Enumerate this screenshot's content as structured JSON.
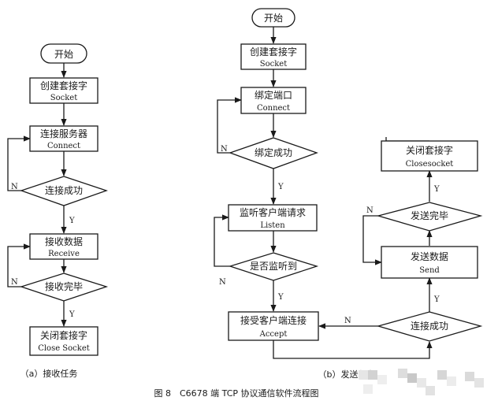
{
  "diagram_a": {
    "start": "开始",
    "create_socket": {
      "title": "创建套接字",
      "subtitle": "Socket"
    },
    "connect_server": {
      "title": "连接服务器",
      "subtitle": "Connect"
    },
    "connect_ok": "连接成功",
    "receive": {
      "title": "接收数据",
      "subtitle": "Receive"
    },
    "receive_done": "接收完毕",
    "close_socket": {
      "title": "关闭套接字",
      "subtitle": "Close Socket"
    },
    "caption": "（a）接收任务"
  },
  "diagram_b": {
    "start": "开始",
    "create_socket": {
      "title": "创建套接字",
      "subtitle": "Socket"
    },
    "bind_port": {
      "title": "绑定端口",
      "subtitle": "Connect"
    },
    "bind_ok": "绑定成功",
    "listen": {
      "title": "监听客户端请求",
      "subtitle": "Listen"
    },
    "heard": "是否监听到",
    "accept": {
      "title": "接受客户端连接",
      "subtitle": "Accept"
    },
    "connect_ok": "连接成功",
    "send": {
      "title": "发送数据",
      "subtitle": "Send"
    },
    "send_done": "发送完毕",
    "close_socket": {
      "title": "关闭套接字",
      "subtitle": "Closesocket"
    },
    "caption": "（b）发送任务"
  },
  "labels": {
    "yes": "Y",
    "no": "N"
  },
  "figure_caption": "图 8　C6678 端 TCP 协议通信软件流程图"
}
